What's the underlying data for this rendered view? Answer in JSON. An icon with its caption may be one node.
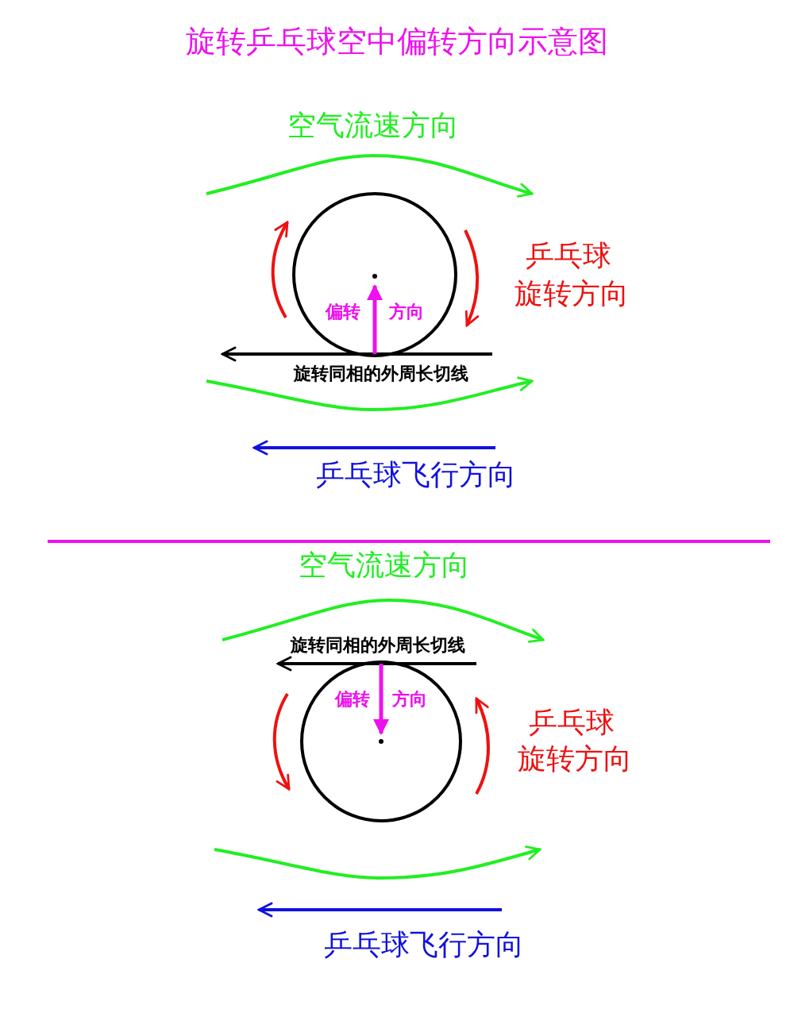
{
  "diagram": {
    "title": "旋转乒乓球空中偏转方向示意图",
    "nodes": [
      {
        "text": [
          "偏转",
          "方向"
        ]
      },
      {
        "text": [
          "偏转",
          "方向"
        ]
      }
    ],
    "labels": [
      "空气流速方向",
      "乒乓球",
      "旋转方向",
      "旋转同相的外周长切线",
      "乒乓球飞行方向",
      "空气流速方向",
      "旋转同相的外周长切线",
      "乒乓球",
      "旋转方向",
      "乒乓球飞行方向"
    ]
  }
}
